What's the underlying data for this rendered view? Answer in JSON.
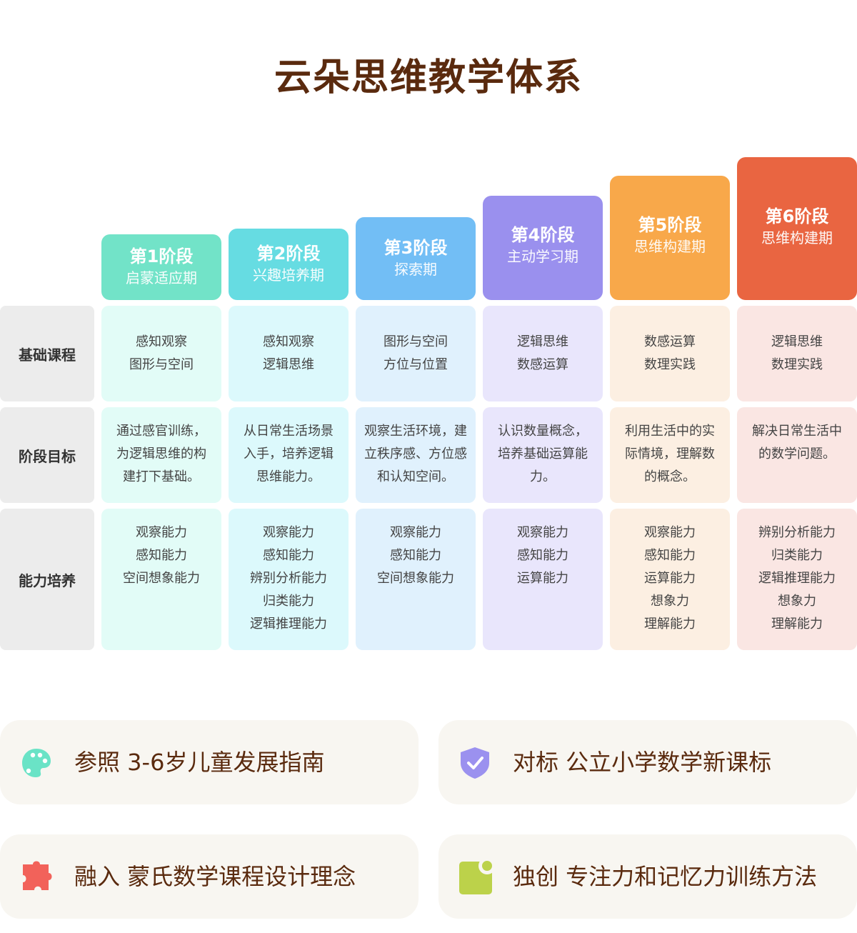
{
  "title": "云朵思维教学体系",
  "colors": {
    "title": "#5a2a0e",
    "row_label_bg": "#ececec",
    "feature_bg": "#f8f6f1"
  },
  "stages": [
    {
      "name": "第1阶段",
      "period": "启蒙适应期",
      "color": "#72e3c8",
      "light": "#e2fcf7"
    },
    {
      "name": "第2阶段",
      "period": "兴趣培养期",
      "color": "#66dce2",
      "light": "#dcf9fc"
    },
    {
      "name": "第3阶段",
      "period": "探索期",
      "color": "#72bef5",
      "light": "#e0f1fd"
    },
    {
      "name": "第4阶段",
      "period": "主动学习期",
      "color": "#9a90ee",
      "light": "#e9e6fc"
    },
    {
      "name": "第5阶段",
      "period": "思维构建期",
      "color": "#f8a84a",
      "light": "#fcefe2"
    },
    {
      "name": "第6阶段",
      "period": "思维构建期",
      "color": "#e96541",
      "light": "#fae6e3"
    }
  ],
  "rows": [
    {
      "label": "基础课程",
      "cells": [
        [
          "感知观察",
          "图形与空间"
        ],
        [
          "感知观察",
          "逻辑思维"
        ],
        [
          "图形与空间",
          "方位与位置"
        ],
        [
          "逻辑思维",
          "数感运算"
        ],
        [
          "数感运算",
          "数理实践"
        ],
        [
          "逻辑思维",
          "数理实践"
        ]
      ]
    },
    {
      "label": "阶段目标",
      "cells": [
        [
          "通过感官训练，",
          "为逻辑思维的构",
          "建打下基础。"
        ],
        [
          "从日常生活场景",
          "入手，培养逻辑",
          "思维能力。"
        ],
        [
          "观察生活环境，建",
          "立秩序感、方位感",
          "和认知空间。"
        ],
        [
          "认识数量概念，",
          "培养基础运算能",
          "力。"
        ],
        [
          "利用生活中的实",
          "际情境，理解数",
          "的概念。"
        ],
        [
          "解决日常生活中",
          "的数学问题。"
        ]
      ]
    },
    {
      "label": "能力培养",
      "cells": [
        [
          "观察能力",
          "感知能力",
          "空间想象能力"
        ],
        [
          "观察能力",
          "感知能力",
          "辨别分析能力",
          "归类能力",
          "逻辑推理能力"
        ],
        [
          "观察能力",
          "感知能力",
          "空间想象能力"
        ],
        [
          "观察能力",
          "感知能力",
          "运算能力"
        ],
        [
          "观察能力",
          "感知能力",
          "运算能力",
          "想象力",
          "理解能力"
        ],
        [
          "辨别分析能力",
          "归类能力",
          "逻辑推理能力",
          "想象力",
          "理解能力"
        ]
      ]
    }
  ],
  "features": [
    {
      "icon": "palette-icon",
      "color": "#6ae3c6",
      "text": "参照 3-6岁儿童发展指南"
    },
    {
      "icon": "shield-check-icon",
      "color": "#9b91ef",
      "text": "对标 公立小学数学新课标"
    },
    {
      "icon": "puzzle-icon",
      "color": "#f2625a",
      "text": "融入 蒙氏数学课程设计理念"
    },
    {
      "icon": "focus-square-icon",
      "color": "#bcd24a",
      "text": "独创 专注力和记忆力训练方法"
    }
  ]
}
